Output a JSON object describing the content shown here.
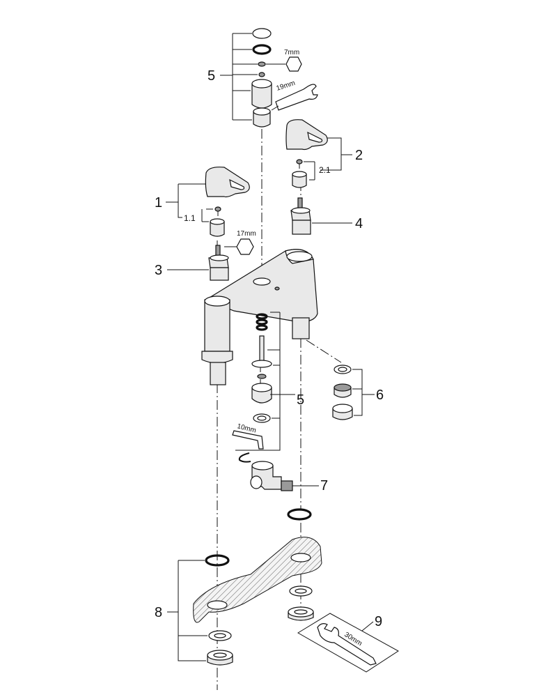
{
  "callouts": {
    "c1": "1",
    "c1_1": "1.1",
    "c2": "2",
    "c2_1": "2.1",
    "c3": "3",
    "c4": "4",
    "c5_top": "5",
    "c5_mid": "5",
    "c6": "6",
    "c7": "7",
    "c8": "8",
    "c9": "9"
  },
  "tool_labels": {
    "hex_7": "7mm",
    "wrench_19": "19mm",
    "hex_17": "17mm",
    "allen_10": "10mm",
    "wrench_30": "30mm"
  }
}
